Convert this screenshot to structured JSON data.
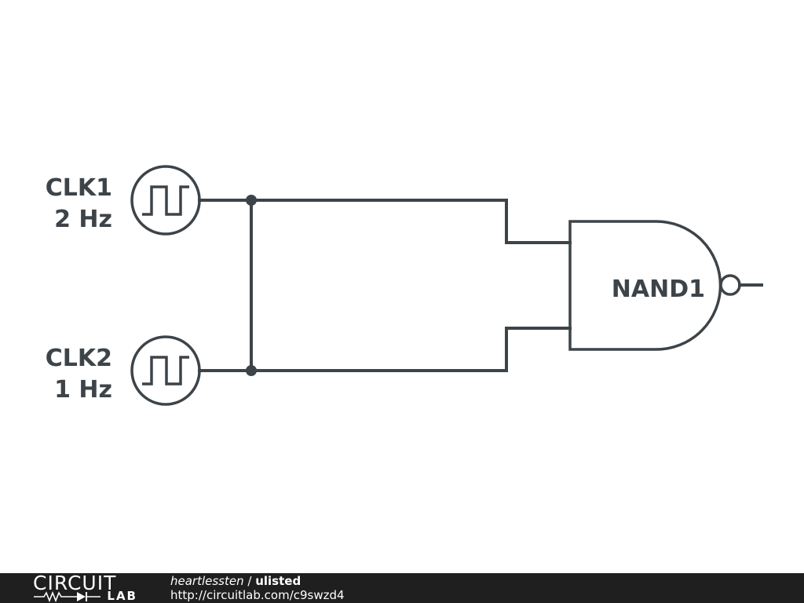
{
  "schematic": {
    "sources": [
      {
        "name": "CLK1",
        "frequency": "2 Hz"
      },
      {
        "name": "CLK2",
        "frequency": "1 Hz"
      }
    ],
    "gate": {
      "name": "NAND1"
    }
  },
  "footer": {
    "brand_top": "CIRCUIT",
    "brand_bottom": "LAB",
    "author": "heartlessten",
    "separator": " / ",
    "status": "ulisted",
    "url": "http://circuitlab.com/c9swzd4"
  }
}
